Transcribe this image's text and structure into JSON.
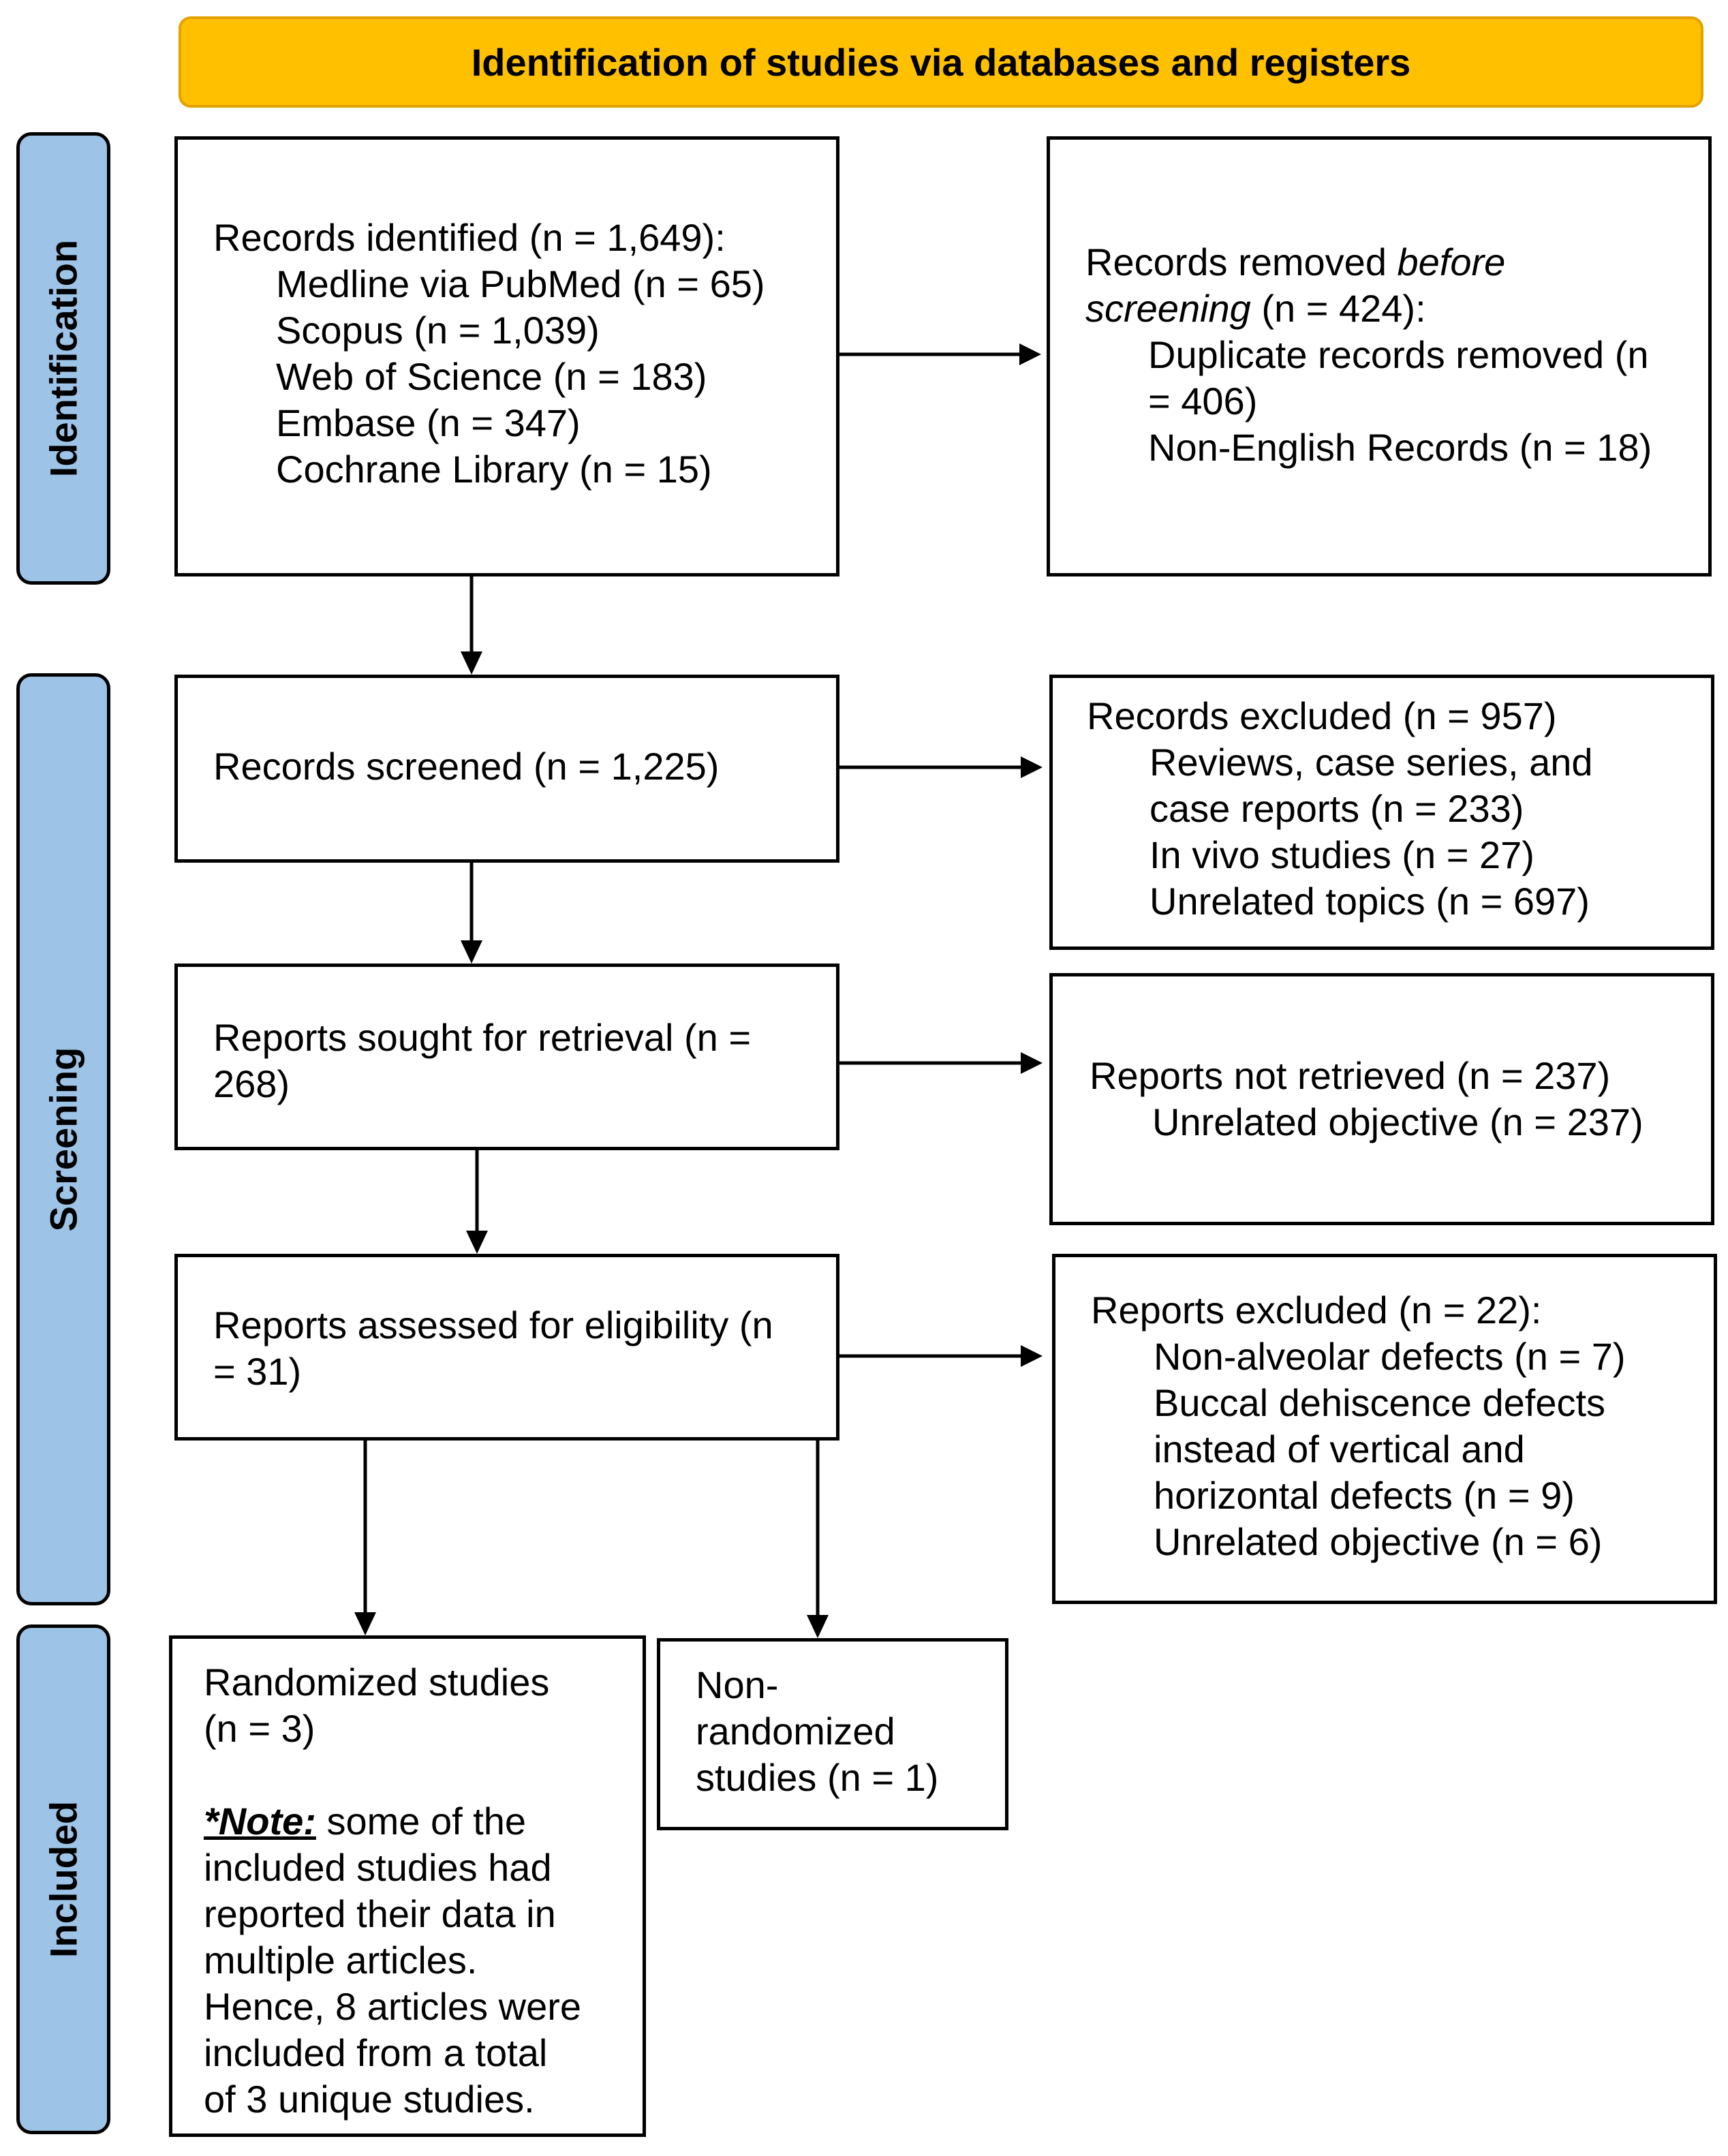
{
  "banner": {
    "title": "Identification of studies via databases and registers"
  },
  "phases": {
    "identification": "Identification",
    "screening": "Screening",
    "included": "Included"
  },
  "identified": {
    "title": "Records identified (n = 1,649):",
    "sources": [
      "Medline via PubMed (n = 65)",
      "Scopus (n = 1,039)",
      "Web of Science (n = 183)",
      "Embase (n = 347)",
      "Cochrane Library (n = 15)"
    ]
  },
  "removed": {
    "title_prefix": "Records removed ",
    "title_italic_1": "before",
    "title_italic_2": "screening",
    "title_suffix": " (n = 424):",
    "items": [
      "Duplicate records removed (n",
      "= 406)",
      "Non-English Records (n = 18)"
    ]
  },
  "screened": {
    "text": "Records screened (n = 1,225)"
  },
  "excluded": {
    "title": "Records excluded (n = 957)",
    "items": [
      "Reviews, case series, and",
      "case reports (n = 233)",
      "In vivo studies (n = 27)",
      "Unrelated topics (n = 697)"
    ]
  },
  "sought": {
    "lines": [
      "Reports sought for retrieval (n =",
      "268)"
    ]
  },
  "not_retrieved": {
    "title": "Reports not retrieved (n = 237)",
    "items": [
      "Unrelated objective (n = 237)"
    ]
  },
  "assessed": {
    "lines": [
      "Reports assessed for eligibility (n",
      "= 31)"
    ]
  },
  "reports_excluded": {
    "title": "Reports excluded (n = 22):",
    "items": [
      "Non-alveolar defects (n = 7)",
      "Buccal dehiscence defects",
      "instead of vertical and",
      "horizontal defects (n = 9)",
      "Unrelated objective (n = 6)"
    ]
  },
  "randomized": {
    "lines": [
      "Randomized studies",
      "(n = 3)"
    ],
    "note_label": "*Note:",
    "note_first": " some of the",
    "note_lines": [
      "included studies had",
      "reported their data in",
      "multiple articles.",
      "Hence, 8 articles were",
      "included from a total",
      "of 3 unique studies."
    ]
  },
  "nonrandomized": {
    "lines": [
      "Non-",
      "randomized",
      "studies (n = 1)"
    ]
  }
}
